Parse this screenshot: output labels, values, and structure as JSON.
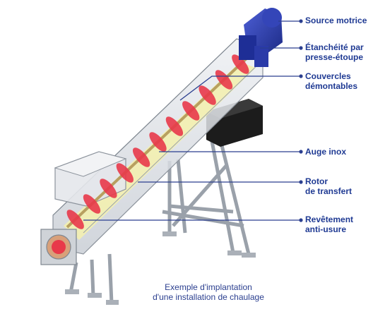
{
  "diagram": {
    "callouts": [
      {
        "id": "motor",
        "lines": [
          "Source motrice"
        ]
      },
      {
        "id": "seal",
        "lines": [
          "Étanchéité par",
          "presse-étoupe"
        ]
      },
      {
        "id": "covers",
        "lines": [
          "Couvercles",
          "démontables"
        ]
      },
      {
        "id": "trough",
        "lines": [
          "Auge inox"
        ]
      },
      {
        "id": "rotor",
        "lines": [
          "Rotor",
          "de transfert"
        ]
      },
      {
        "id": "lining",
        "lines": [
          "Revêtement",
          "anti-usure"
        ]
      }
    ],
    "caption": [
      "Exemple d'implantation",
      "d'une installation de chaulage"
    ],
    "colors": {
      "label": "#1f3a93",
      "leader": "#2b3f8f",
      "motor": "#2a3aa8",
      "flight": "#e8394a",
      "lining": "#f3efb0",
      "steel": "#c7ccd3",
      "box": "#1c1c1c"
    }
  }
}
